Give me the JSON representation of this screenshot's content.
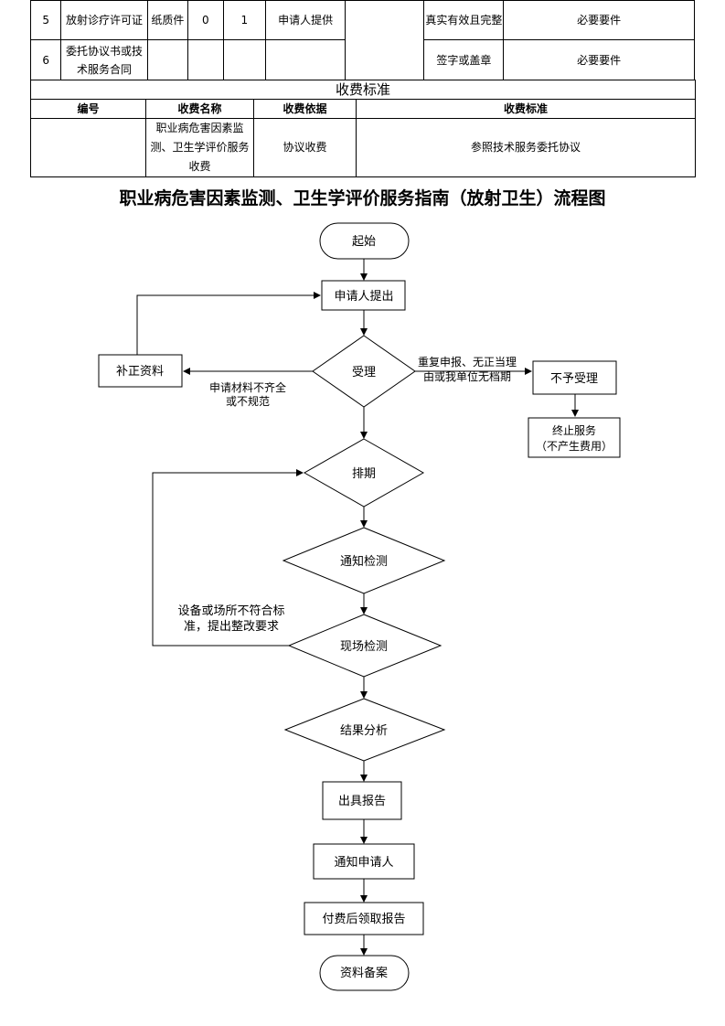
{
  "requirements_table": {
    "rows": [
      {
        "no": "5",
        "name": "放射诊疗许可证",
        "type": "纸质件",
        "original": "0",
        "copy": "1",
        "source": "申请人提供",
        "standard": "真实有效且完整",
        "note": "必要要件"
      },
      {
        "no": "6",
        "name": "委托协议书或技术服务合同",
        "type": "",
        "original": "",
        "copy": "",
        "source": "",
        "standard": "签字或盖章",
        "note": "必要要件"
      }
    ]
  },
  "fee_table": {
    "title": "收费标准",
    "headers": [
      "编号",
      "收费名称",
      "收费依据",
      "收费标准"
    ],
    "rows": [
      {
        "no": "",
        "name": "职业病危害因素监测、卫生学评价服务收费",
        "basis": "协议收费",
        "standard": "参照技术服务委托协议"
      }
    ]
  },
  "flowchart": {
    "title": "职业病危害因素监测、卫生学评价服务指南（放射卫生）流程图",
    "nodes": {
      "start": "起始",
      "apply": "申请人提出",
      "accept": "受理",
      "supplement": "补正资料",
      "reject": "不予受理",
      "terminate_line1": "终止服务",
      "terminate_line2": "（不产生费用）",
      "schedule": "排期",
      "notify_test": "通知检测",
      "onsite": "现场检测",
      "analysis": "结果分析",
      "report": "出具报告",
      "notify_applicant": "通知申请人",
      "pay": "付费后领取报告",
      "archive": "资料备案"
    },
    "labels": {
      "incomplete_line1": "申请材料不齐全",
      "incomplete_line2": "或不规范",
      "reject_line1": "重复申报、无正当理",
      "reject_line2": "由或我单位无档期",
      "rectify_line1": "设备或场所不符合标",
      "rectify_line2": "准，提出整改要求"
    }
  }
}
